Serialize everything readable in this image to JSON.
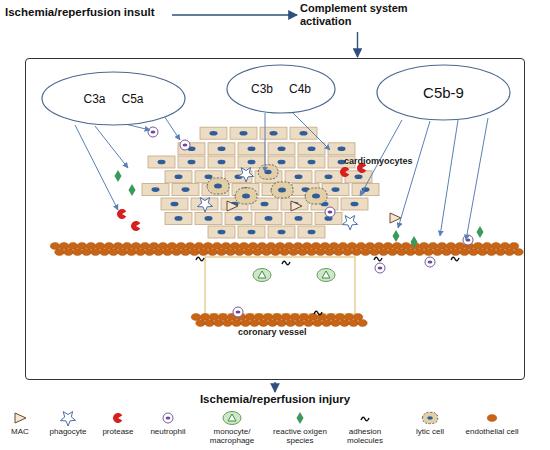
{
  "diagram": {
    "nodes": [
      {
        "text": [
          "Ischemia/reperfusion insult"
        ]
      },
      {
        "text": [
          "Complement system activation"
        ]
      },
      {
        "text": [
          "cardiomyocytes",
          "coronary vessel"
        ]
      },
      {
        "text": [
          "C3a",
          "C5a"
        ],
        "in": 2
      },
      {
        "text": [
          "C3b",
          "C4b"
        ],
        "in": 2
      },
      {
        "text": [
          "C5b-9"
        ],
        "in": 2
      },
      {
        "text": [
          "Ischemia/reperfusion injury"
        ]
      }
    ],
    "edges": [
      {
        "from": 0,
        "to": 1,
        "arrow": "to"
      },
      {
        "from": 1,
        "to": 2,
        "arrow": "to"
      },
      {
        "from": 2,
        "to": 6,
        "arrow": "to"
      }
    ],
    "legend": [
      {
        "text": "MAC"
      },
      {
        "text": "phagocyte"
      },
      {
        "text": "protease"
      },
      {
        "text": "neutrophil"
      },
      {
        "text": "monocyte/ macrophage"
      },
      {
        "text": "reactive oxigen species"
      },
      {
        "text": "adhesion molecules"
      },
      {
        "text": "lytic cell"
      },
      {
        "text": "endothelial cell"
      }
    ]
  }
}
